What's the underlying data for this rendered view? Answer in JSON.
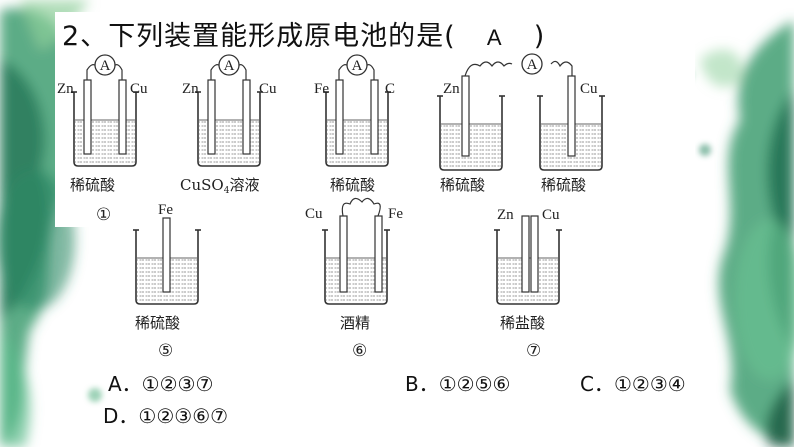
{
  "question": {
    "number": "2、",
    "text": "下列装置能形成原电池的是(",
    "answer": "A",
    "close": ")"
  },
  "devices": [
    {
      "id": "1",
      "left": "Zn",
      "right": "Cu",
      "solution": "稀硫酸",
      "number": "①",
      "meter": "A"
    },
    {
      "id": "2",
      "left": "Zn",
      "right": "Cu",
      "solution": "CuSO4溶液",
      "solution_main": "CuSO",
      "solution_sub": "4",
      "solution_tail": "溶液",
      "meter": "A"
    },
    {
      "id": "3",
      "left": "Fe",
      "right": "C",
      "solution": "稀硫酸",
      "meter": "A"
    },
    {
      "id": "4",
      "left": "Zn",
      "right": "Cu",
      "solution_left": "稀硫酸",
      "solution_right": "稀硫酸",
      "meter": "A"
    },
    {
      "id": "5",
      "electrode": "Fe",
      "solution": "稀硫酸",
      "number": "⑤"
    },
    {
      "id": "6",
      "left": "Cu",
      "right": "Fe",
      "solution": "酒精",
      "number": "⑥"
    },
    {
      "id": "7",
      "left": "Zn",
      "right": "Cu",
      "solution": "稀盐酸",
      "number": "⑦"
    }
  ],
  "options": {
    "A": "A．①②③⑦",
    "B": "B．①②⑤⑥",
    "C": "C．①②③④",
    "D": "D．①②③⑥⑦"
  }
}
